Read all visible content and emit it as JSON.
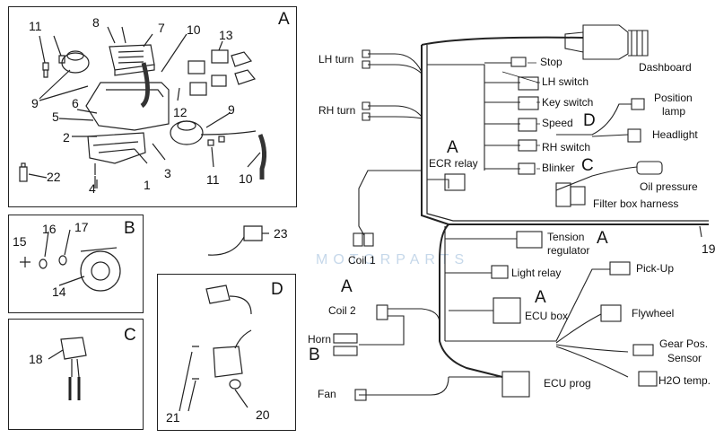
{
  "panels": {
    "A": {
      "letter": "A",
      "numbers": [
        "11",
        "8",
        "7",
        "10",
        "13",
        "9",
        "6",
        "5",
        "2",
        "12",
        "9",
        "4",
        "1",
        "3",
        "11",
        "10",
        "22"
      ]
    },
    "B": {
      "letter": "B",
      "numbers": [
        "15",
        "16",
        "17",
        "14"
      ]
    },
    "C": {
      "letter": "C",
      "numbers": [
        "18"
      ]
    },
    "D": {
      "letter": "D",
      "numbers": [
        "23",
        "21",
        "20"
      ]
    }
  },
  "harness": {
    "labels": {
      "lh_turn": "LH turn",
      "rh_turn": "RH turn",
      "stop": "Stop",
      "lh_switch": "LH switch",
      "key_switch": "Key switch",
      "speed": "Speed",
      "rh_switch": "RH switch",
      "blinker": "Blinker",
      "dashboard": "Dashboard",
      "position_lamp_1": "Position",
      "position_lamp_2": "lamp",
      "headlight": "Headlight",
      "ecr_relay": "ECR relay",
      "oil_pressure": "Oil pressure",
      "filter_box_harness": "Filter box harness",
      "coil_1": "Coil 1",
      "tension_regulator_1": "Tension",
      "tension_regulator_2": "regulator",
      "light_relay": "Light relay",
      "pick_up": "Pick-Up",
      "coil_2": "Coil 2",
      "ecu_box": "ECU box",
      "flywheel": "Flywheel",
      "horn": "Horn",
      "gear_pos_1": "Gear Pos.",
      "gear_pos_2": "Sensor",
      "h2o_temp": "H2O temp.",
      "ecu_prog": "ECU prog",
      "fan": "Fan"
    },
    "callouts": {
      "a_ecr": "A",
      "d_speed": "D",
      "c_blinker": "C",
      "a_tension": "A",
      "a_coil2": "A",
      "a_ecu": "A",
      "b_horn": "B",
      "n19": "19"
    }
  },
  "watermark": "MOTORPARTS"
}
